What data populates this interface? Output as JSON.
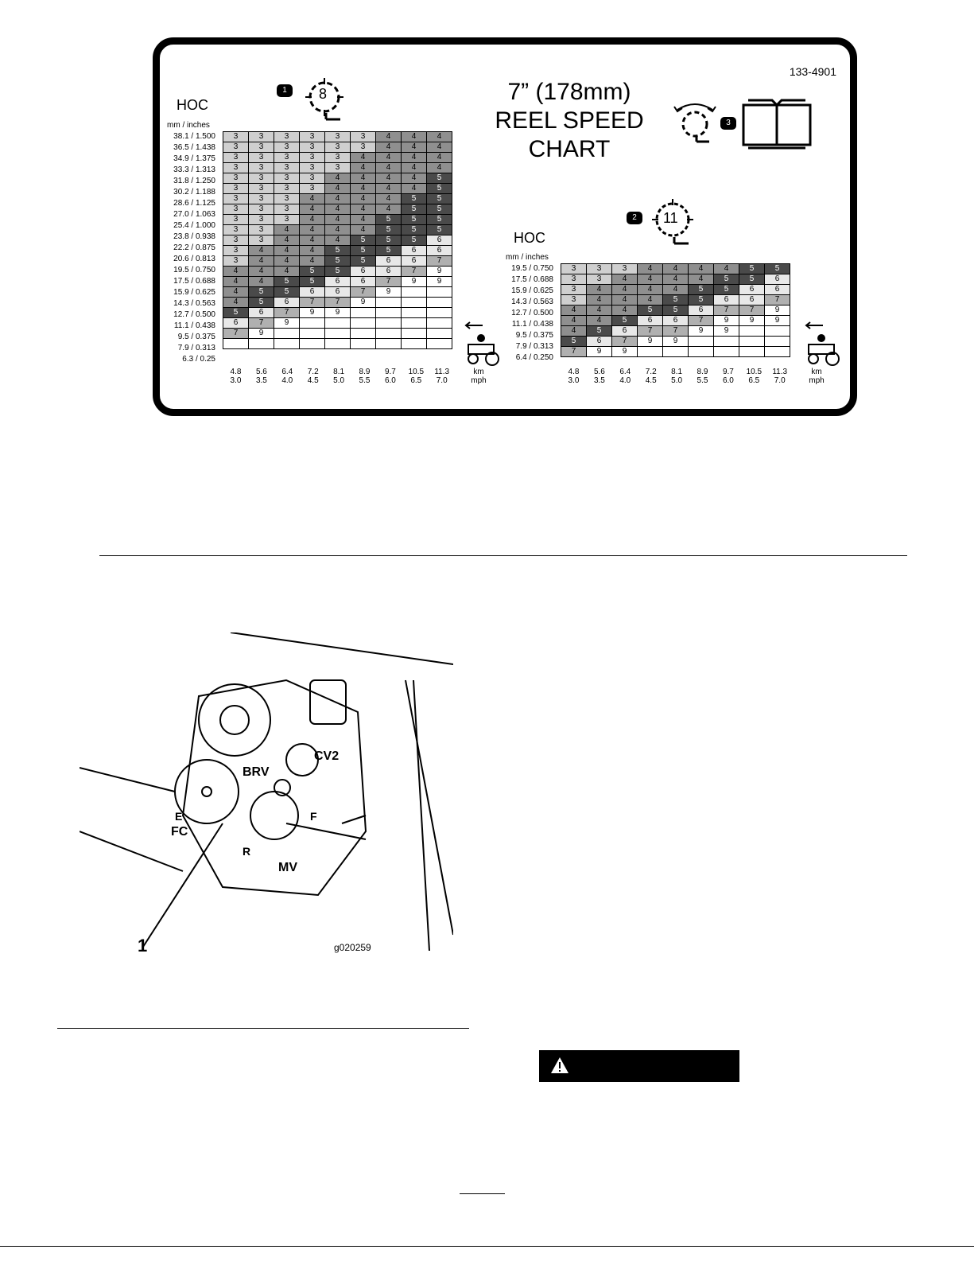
{
  "decal": {
    "part_number": "133-4901",
    "title_lines": [
      "7” (178mm)",
      "REEL SPEED",
      "CHART"
    ],
    "callouts": [
      "1",
      "2",
      "3"
    ],
    "blade_counts": [
      "8",
      "11"
    ],
    "hoc_label": "HOC",
    "units_label": "mm / inches",
    "km_label": "km",
    "mph_label": "mph",
    "km_values": [
      "4.8",
      "5.6",
      "6.4",
      "7.2",
      "8.1",
      "8.9",
      "9.7",
      "10.5",
      "11.3"
    ],
    "mph_values": [
      "3.0",
      "3.5",
      "4.0",
      "4.5",
      "5.0",
      "5.5",
      "6.0",
      "6.5",
      "7.0"
    ],
    "icons": [
      "reel-8-blade-icon",
      "reel-11-blade-icon",
      "adjust-reel-icon",
      "manual-book-icon",
      "mower-direction-icon"
    ],
    "colors": {
      "s3": "#cfcfcf",
      "s4": "#8f8f8f",
      "s5": "#4a4a4a",
      "s6": "#e8e8e8",
      "s7": "#b0b0b0",
      "s9": "#ffffff"
    }
  },
  "table1": {
    "rows": [
      "38.1 / 1.500",
      "36.5 / 1.438",
      "34.9 / 1.375",
      "33.3 / 1.313",
      "31.8 / 1.250",
      "30.2 / 1.188",
      "28.6 / 1.125",
      "27.0 / 1.063",
      "25.4 / 1.000",
      "23.8 / 0.938",
      "22.2 / 0.875",
      "20.6 / 0.813",
      "19.5 / 0.750",
      "17.5 / 0.688",
      "15.9 / 0.625",
      "14.3 / 0.563",
      "12.7 / 0.500",
      "11.1 / 0.438",
      "9.5 / 0.375",
      "7.9 / 0.313",
      "6.3 / 0.25"
    ],
    "cells": [
      [
        "3",
        "3",
        "3",
        "3",
        "3",
        "3",
        "4",
        "4",
        "4"
      ],
      [
        "3",
        "3",
        "3",
        "3",
        "3",
        "3",
        "4",
        "4",
        "4"
      ],
      [
        "3",
        "3",
        "3",
        "3",
        "3",
        "4",
        "4",
        "4",
        "4"
      ],
      [
        "3",
        "3",
        "3",
        "3",
        "3",
        "4",
        "4",
        "4",
        "4"
      ],
      [
        "3",
        "3",
        "3",
        "3",
        "4",
        "4",
        "4",
        "4",
        "5"
      ],
      [
        "3",
        "3",
        "3",
        "3",
        "4",
        "4",
        "4",
        "4",
        "5"
      ],
      [
        "3",
        "3",
        "3",
        "4",
        "4",
        "4",
        "4",
        "5",
        "5"
      ],
      [
        "3",
        "3",
        "3",
        "4",
        "4",
        "4",
        "4",
        "5",
        "5"
      ],
      [
        "3",
        "3",
        "3",
        "4",
        "4",
        "4",
        "5",
        "5",
        "5"
      ],
      [
        "3",
        "3",
        "4",
        "4",
        "4",
        "4",
        "5",
        "5",
        "5"
      ],
      [
        "3",
        "3",
        "4",
        "4",
        "4",
        "5",
        "5",
        "5",
        "6"
      ],
      [
        "3",
        "4",
        "4",
        "4",
        "5",
        "5",
        "5",
        "6",
        "6"
      ],
      [
        "3",
        "4",
        "4",
        "4",
        "5",
        "5",
        "6",
        "6",
        "7"
      ],
      [
        "4",
        "4",
        "4",
        "5",
        "5",
        "6",
        "6",
        "7",
        "9"
      ],
      [
        "4",
        "4",
        "5",
        "5",
        "6",
        "6",
        "7",
        "9",
        "9"
      ],
      [
        "4",
        "5",
        "5",
        "6",
        "6",
        "7",
        "9",
        "",
        ""
      ],
      [
        "4",
        "5",
        "6",
        "7",
        "7",
        "9",
        "",
        "",
        ""
      ],
      [
        "5",
        "6",
        "7",
        "9",
        "9",
        "",
        "",
        "",
        ""
      ],
      [
        "6",
        "7",
        "9",
        "",
        "",
        "",
        "",
        "",
        ""
      ],
      [
        "7",
        "9",
        "",
        "",
        "",
        "",
        "",
        "",
        ""
      ],
      [
        "",
        "",
        "",
        "",
        "",
        "",
        "",
        "",
        ""
      ]
    ]
  },
  "table2": {
    "rows": [
      "19.5 / 0.750",
      "17.5 / 0.688",
      "15.9 / 0.625",
      "14.3 / 0.563",
      "12.7 / 0.500",
      "11.1 / 0.438",
      "9.5 / 0.375",
      "7.9 / 0.313",
      "6.4 / 0.250"
    ],
    "cells": [
      [
        "3",
        "3",
        "3",
        "4",
        "4",
        "4",
        "4",
        "5",
        "5"
      ],
      [
        "3",
        "3",
        "4",
        "4",
        "4",
        "4",
        "5",
        "5",
        "6"
      ],
      [
        "3",
        "4",
        "4",
        "4",
        "4",
        "5",
        "5",
        "6",
        "6"
      ],
      [
        "3",
        "4",
        "4",
        "4",
        "5",
        "5",
        "6",
        "6",
        "7"
      ],
      [
        "4",
        "4",
        "4",
        "5",
        "5",
        "6",
        "7",
        "7",
        "9"
      ],
      [
        "4",
        "4",
        "5",
        "6",
        "6",
        "7",
        "9",
        "9",
        "9"
      ],
      [
        "4",
        "5",
        "6",
        "7",
        "7",
        "9",
        "9",
        "",
        ""
      ],
      [
        "5",
        "6",
        "7",
        "9",
        "9",
        "",
        "",
        "",
        ""
      ],
      [
        "7",
        "9",
        "9",
        "",
        "",
        "",
        "",
        "",
        ""
      ]
    ]
  },
  "figure": {
    "callout": "1",
    "graphic_id": "g020259",
    "labels": [
      "BRV",
      "CV2",
      "FC",
      "MV",
      "R",
      "F",
      "E"
    ]
  }
}
